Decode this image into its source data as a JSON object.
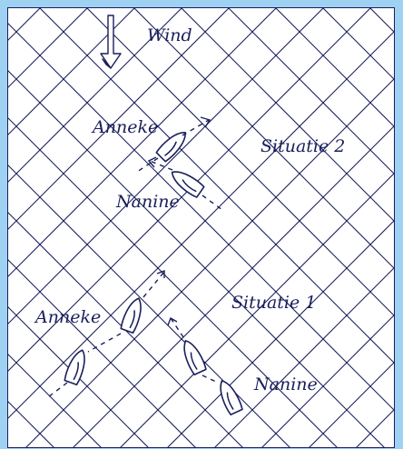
{
  "labels": {
    "wind": "Wind",
    "situation1": "Situatie 1",
    "situation2": "Situatie 2",
    "boat_a_s2": "Anneke",
    "boat_b_s2": "Nanine",
    "boat_a_s1": "Anneke",
    "boat_b_s1": "Nanine"
  },
  "colors": {
    "ink": "#1a1f5c",
    "frame": "#9fd1f2",
    "paper": "#ffffff"
  }
}
